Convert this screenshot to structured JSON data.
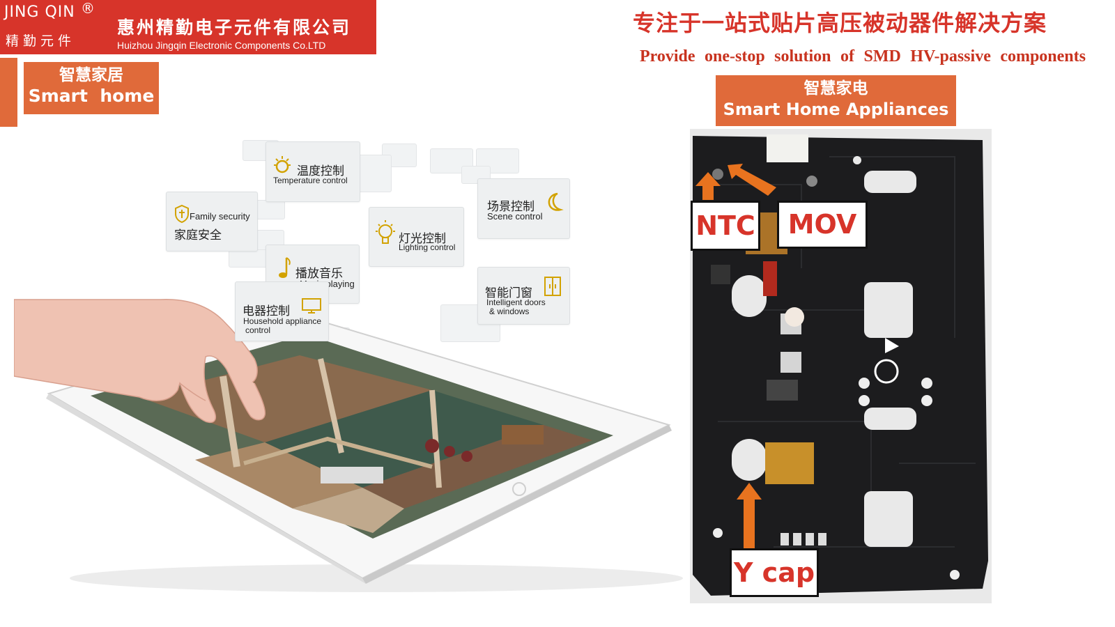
{
  "header": {
    "logo_en": "JING QIN",
    "logo_reg": "®",
    "logo_cn": "精勤元件",
    "company_cn": "惠州精勤电子元件有限公司",
    "company_en": "Huizhou Jingqin Electronic Components Co.LTD",
    "slogan_cn": "专注于一站式贴片高压被动器件解决方案",
    "slogan_en_words": [
      "Provide",
      "one-stop",
      "solution",
      "of",
      "SMD",
      "HV-passive",
      "components"
    ]
  },
  "left_section": {
    "label_cn": "智慧家居",
    "label_en": "Smart  home",
    "cards": {
      "temperature": {
        "cn": "温度控制",
        "en": "Temperature control",
        "icon": "sun-icon"
      },
      "security": {
        "cn": "家庭安全",
        "en": "Family security",
        "icon": "shield-icon"
      },
      "lighting": {
        "cn": "灯光控制",
        "en": "Lighting control",
        "icon": "lightbulb-icon"
      },
      "scene": {
        "cn": "场景控制",
        "en": "Scene control",
        "icon": "moon-icon"
      },
      "music": {
        "cn": "播放音乐",
        "en": "Music playing",
        "icon": "music-note-icon"
      },
      "appliance": {
        "cn": "电器控制",
        "en1": "Household appliance",
        "en2": "control",
        "icon": "monitor-icon"
      },
      "doors": {
        "cn": "智能门窗",
        "en1": "Intelligent doors",
        "en2": "& windows",
        "icon": "door-icon"
      }
    }
  },
  "right_section": {
    "label_cn": "智慧家电",
    "label_en": "Smart Home Appliances",
    "tags": {
      "ntc": "NTC",
      "mov": "MOV",
      "ycap": "Y cap"
    }
  },
  "colors": {
    "brand_red": "#d7342a",
    "label_orange": "#e06a3a",
    "arrow_orange": "#e8731f",
    "icon_gold": "#d2a200"
  }
}
